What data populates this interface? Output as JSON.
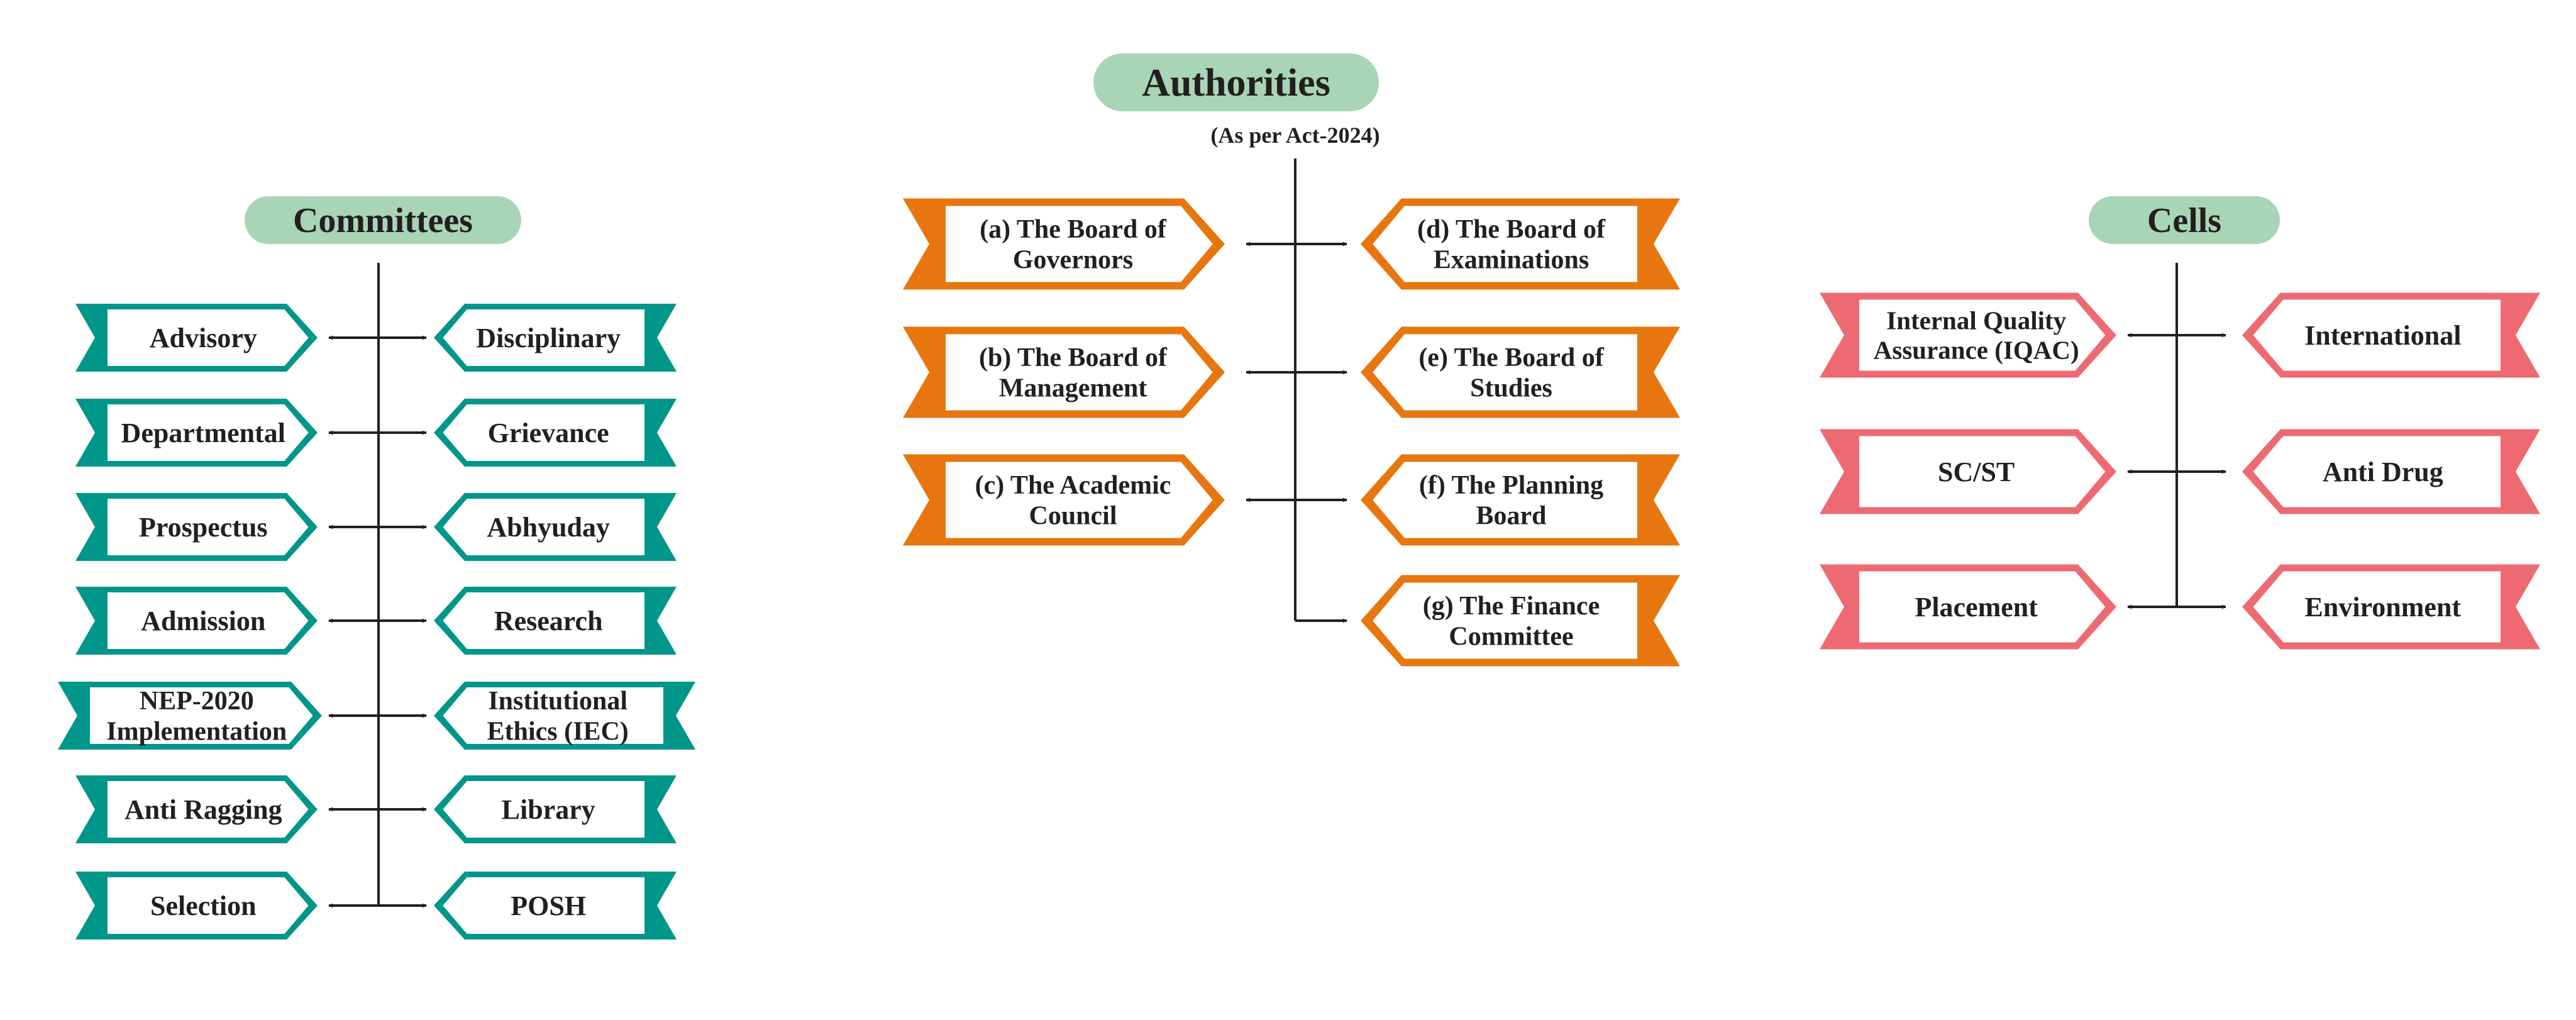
{
  "colors": {
    "header_bg": "#a8d5b5",
    "committee": "#00968a",
    "authority": "#e8760e",
    "cell": "#ee6a73",
    "line": "#231f20"
  },
  "committees": {
    "title": "Committees",
    "left": [
      [
        "Advisory"
      ],
      [
        "Departmental"
      ],
      [
        "Prospectus"
      ],
      [
        "Admission"
      ],
      [
        "NEP-2020",
        "Implementation"
      ],
      [
        "Anti Ragging"
      ],
      [
        "Selection"
      ]
    ],
    "right": [
      [
        "Disciplinary"
      ],
      [
        "Grievance"
      ],
      [
        "Abhyuday"
      ],
      [
        "Research"
      ],
      [
        "Institutional",
        "Ethics (IEC)"
      ],
      [
        "Library"
      ],
      [
        "POSH"
      ]
    ]
  },
  "authorities": {
    "title": "Authorities",
    "subtitle": "(As per Act-2024)",
    "left": [
      [
        "(a) The Board of",
        "Governors"
      ],
      [
        "(b) The Board of",
        "Management"
      ],
      [
        "(c) The Academic",
        "Council"
      ]
    ],
    "right": [
      [
        "(d) The Board of",
        "Examinations"
      ],
      [
        "(e) The Board of",
        "Studies"
      ],
      [
        "(f) The Planning",
        "Board"
      ],
      [
        "(g) The Finance",
        "Committee"
      ]
    ]
  },
  "cells": {
    "title": "Cells",
    "left": [
      [
        "Internal Quality",
        "Assurance (IQAC)"
      ],
      [
        "SC/ST"
      ],
      [
        "Placement"
      ]
    ],
    "right": [
      [
        "International"
      ],
      [
        "Anti Drug"
      ],
      [
        "Environment"
      ]
    ]
  }
}
